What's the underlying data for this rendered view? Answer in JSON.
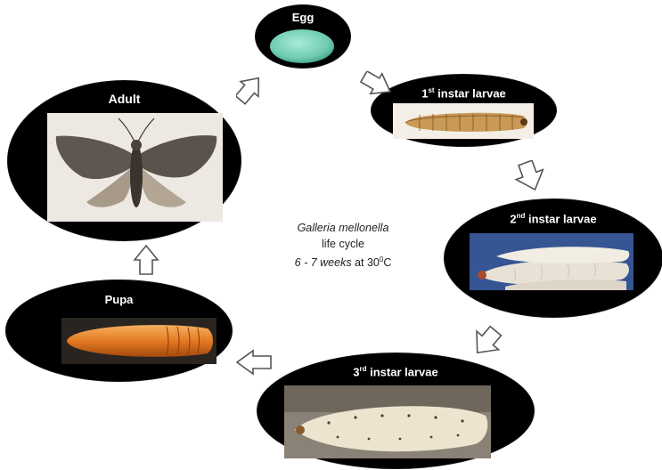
{
  "stages": {
    "egg": {
      "label": "Egg"
    },
    "first_instar": {
      "prefix": "1",
      "sup": "st",
      "suffix": " instar larvae"
    },
    "second_instar": {
      "prefix": "2",
      "sup": "nd",
      "suffix": " instar larvae"
    },
    "third_instar": {
      "prefix": "3",
      "sup": "rd",
      "suffix": " instar larvae"
    },
    "pupa": {
      "label": "Pupa"
    },
    "adult": {
      "label": "Adult"
    }
  },
  "center": {
    "species": "Galleria mellonella",
    "line2": "life cycle",
    "duration_weeks": "6 - 7 weeks",
    "temp_prefix": " at 30",
    "temp_sup": "0",
    "temp_suffix": "C"
  },
  "colors": {
    "node_bg": "#000000",
    "egg": "#6fcab2",
    "arrow_fill": "#ffffff",
    "arrow_stroke": "#555555"
  },
  "icons": [
    "arrow-outline-icon"
  ]
}
